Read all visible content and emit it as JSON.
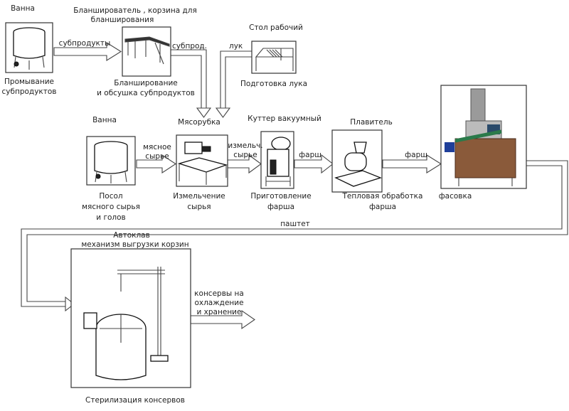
{
  "stages": {
    "washing": {
      "equipment": "Ванна",
      "caption": [
        "Промывание",
        "субпродуктов"
      ]
    },
    "blanching": {
      "equipment": [
        "Бланширователь , корзина для",
        "бланширования"
      ],
      "caption": [
        "Бланширование",
        "и обсушка субпродуктов"
      ]
    },
    "onion": {
      "equipment": "Стол рабочий",
      "caption": "Подготовка лука"
    },
    "salting": {
      "equipment": "Ванна",
      "caption": [
        "Посол",
        "мясного сырья",
        "и голов"
      ]
    },
    "grinding": {
      "equipment": "Мясорубка",
      "caption": [
        "Измельчение",
        "сырья"
      ]
    },
    "cutter": {
      "equipment": "Куттер вакуумный",
      "caption": [
        "Приготовление",
        "фарша"
      ]
    },
    "melter": {
      "equipment": "Плавитель",
      "caption": [
        "Тепловая обработка",
        "фарша"
      ]
    },
    "packing": {
      "caption": "фасовка"
    },
    "sterilization": {
      "equipment": [
        "Автоклав",
        "механизм выгрузки корзин"
      ],
      "caption": "Стерилизация консервов"
    }
  },
  "flows": {
    "byproducts": "субпродукты",
    "byproducts_short": "субпрод.",
    "onion": "лук",
    "meat_raw": [
      "мясное",
      "сырье"
    ],
    "ground_raw": [
      "измельч.",
      "сырье"
    ],
    "mince1": "фарш",
    "mince2": "фарш",
    "pate": "паштет",
    "output": [
      "консервы на",
      "охлаждение",
      "и хранение"
    ]
  }
}
